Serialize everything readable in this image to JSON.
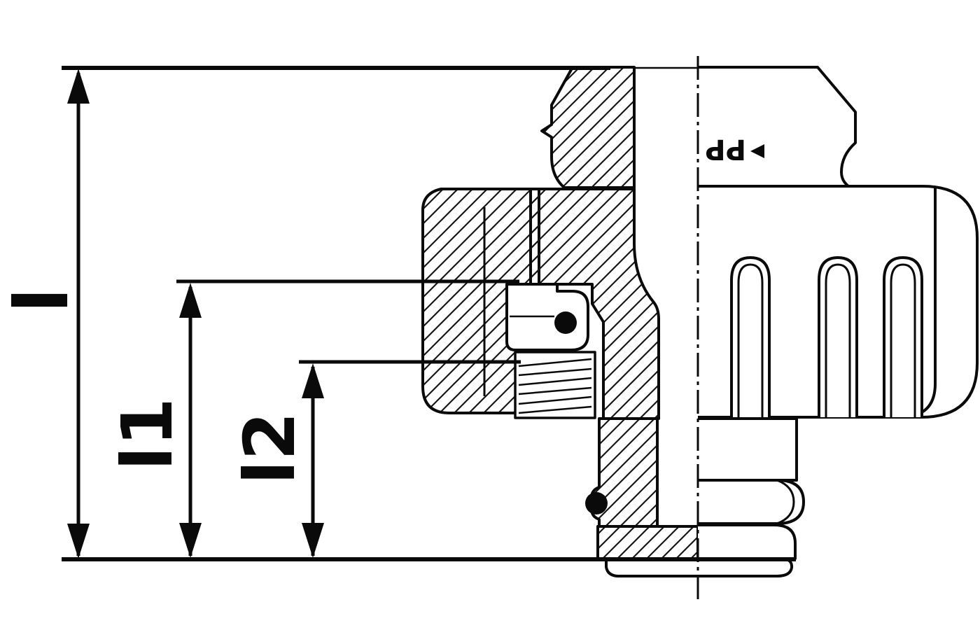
{
  "drawing": {
    "background": "#ffffff",
    "line_color": "#0a0a0a",
    "dimension_labels": {
      "overall": "l",
      "upper": "l1",
      "lower": "l2"
    },
    "material_mark": "PP"
  }
}
